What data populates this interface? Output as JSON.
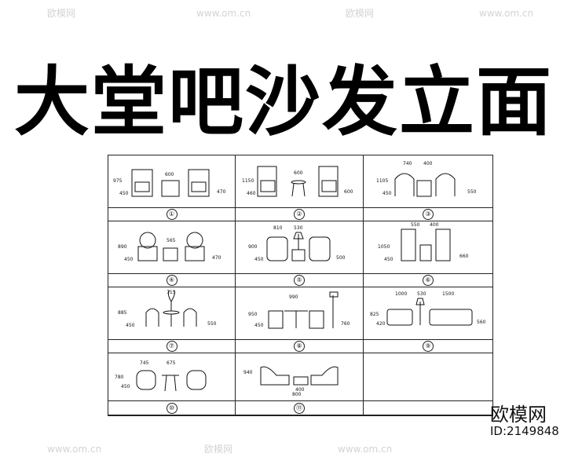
{
  "title": "大堂吧沙发立面",
  "brand": "欧模网",
  "id_text": "ID:2149848",
  "watermark": "欧模网",
  "watermark_url": "www.om.cn",
  "cells": [
    {
      "num": "①",
      "dims": [
        "975",
        "600",
        "450",
        "470"
      ]
    },
    {
      "num": "②",
      "dims": [
        "600",
        "1150",
        "460",
        "600"
      ]
    },
    {
      "num": "③",
      "dims": [
        "740",
        "400",
        "1105",
        "450",
        "550"
      ]
    },
    {
      "num": "④",
      "dims": [
        "565",
        "890",
        "450",
        "470"
      ]
    },
    {
      "num": "⑤",
      "dims": [
        "810",
        "530",
        "900",
        "450",
        "500"
      ]
    },
    {
      "num": "⑥",
      "dims": [
        "550",
        "400",
        "1050",
        "450",
        "660"
      ]
    },
    {
      "num": "⑦",
      "dims": [
        "885",
        "450",
        "715",
        "550"
      ]
    },
    {
      "num": "⑧",
      "dims": [
        "990",
        "950",
        "450",
        "760"
      ]
    },
    {
      "num": "⑨",
      "dims": [
        "1000",
        "530",
        "1500",
        "825",
        "420",
        "560"
      ]
    },
    {
      "num": "⑩",
      "dims": [
        "745",
        "675",
        "780",
        "450"
      ]
    },
    {
      "num": "⑪",
      "dims": [
        "940",
        "800",
        "400"
      ]
    }
  ]
}
